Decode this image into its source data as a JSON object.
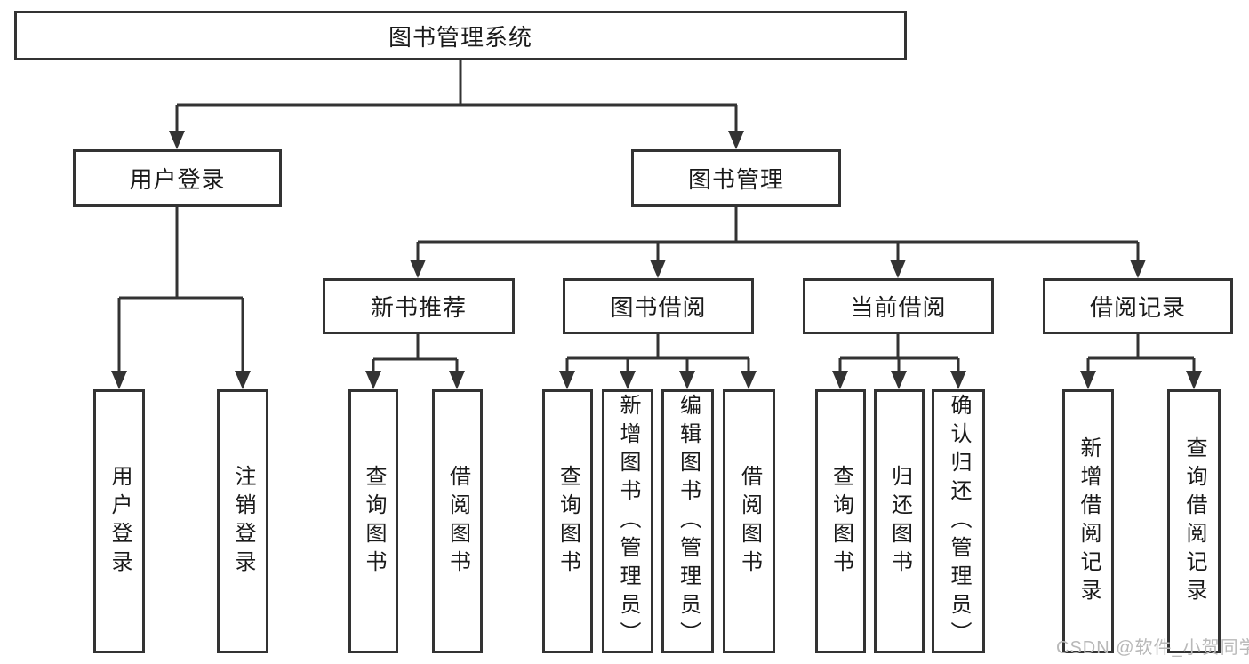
{
  "title": "图书管理系统",
  "tree": {
    "root": {
      "label": "图书管理系统"
    },
    "branches": [
      {
        "label": "用户登录",
        "children": [
          {
            "label": "用户登录"
          },
          {
            "label": "注销登录"
          }
        ]
      },
      {
        "label": "图书管理",
        "children": [
          {
            "label": "新书推荐",
            "children": [
              {
                "label": "查询图书"
              },
              {
                "label": "借阅图书"
              }
            ]
          },
          {
            "label": "图书借阅",
            "children": [
              {
                "label": "查询图书"
              },
              {
                "label": "新增图书（管理员）"
              },
              {
                "label": "编辑图书（管理员）"
              },
              {
                "label": "借阅图书"
              }
            ]
          },
          {
            "label": "当前借阅",
            "children": [
              {
                "label": "查询图书"
              },
              {
                "label": "归还图书"
              },
              {
                "label": "确认归还（管理员）"
              }
            ]
          },
          {
            "label": "借阅记录",
            "children": [
              {
                "label": "新增借阅记录"
              },
              {
                "label": "查询借阅记录"
              }
            ]
          }
        ]
      }
    ]
  },
  "watermark": {
    "text": "CSDN @软件_小贺同学"
  },
  "colors": {
    "line": "#333333",
    "text": "#1a1a1a",
    "background": "#ffffff",
    "watermark": "#b9b9b9"
  }
}
